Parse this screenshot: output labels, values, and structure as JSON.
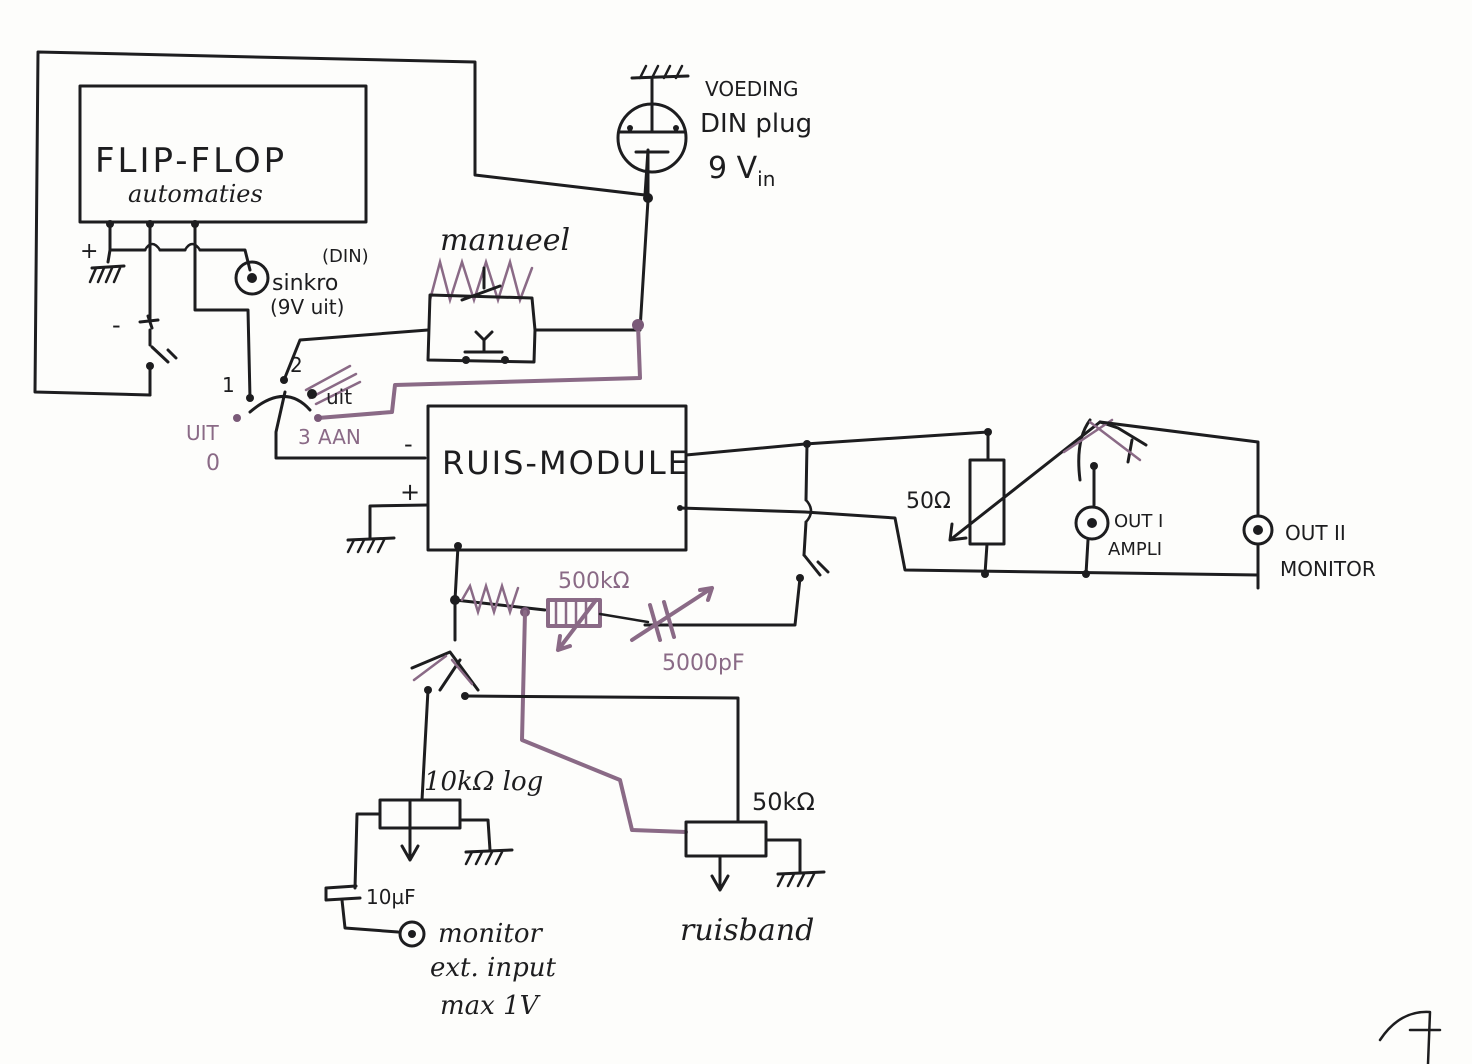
{
  "labels": {
    "flipflop_title": "FLIP-FLOP",
    "flipflop_sub": "automaties",
    "voeding": "VOEDING",
    "din_plug": "DIN plug",
    "vin_main": "9 V",
    "vin_sub": "in",
    "manueel": "manueel",
    "din_small": "(DIN)",
    "sinkro": "sinkro",
    "sinkro_volt": "(9V uit)",
    "plus": "+",
    "minus": "-",
    "sw_1": "1",
    "sw_2": "2",
    "sw_3": "3",
    "sw_uit": "uit",
    "sw_aan": "AAN",
    "uit_left": "UIT",
    "zero": "0",
    "ruis_module": "RUIS-MODULE",
    "ruis_minus": "-",
    "ruis_plus": "+",
    "r_50ohm": "50Ω",
    "out1": "OUT I",
    "ampli": "AMPLI",
    "out2": "OUT II",
    "monitor_lbl": "MONITOR",
    "r_500k": "500kΩ",
    "c_5000pf": "5000pF",
    "pot_10k": "10kΩ log",
    "pot_50k": "50kΩ",
    "cap_10uf": "10µF",
    "monitor_in_1": "monitor",
    "monitor_in_2": "ext. input",
    "monitor_in_3": "max 1V",
    "ruisband": "ruisband"
  },
  "colors": {
    "ink": "#1d1d1f",
    "pencil": "#8a6a86",
    "paper": "#fdfdfb"
  }
}
